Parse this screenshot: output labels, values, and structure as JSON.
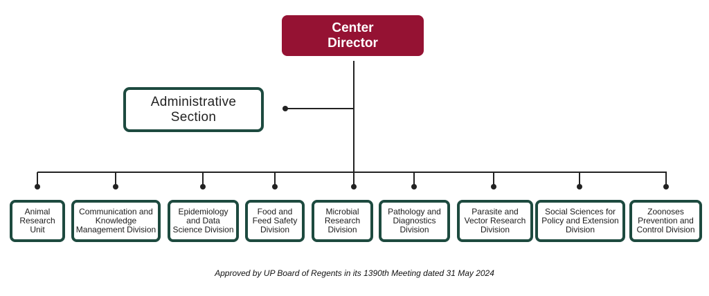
{
  "director": {
    "label": "Center\nDirector",
    "color": "#951233"
  },
  "admin": {
    "label": "Administrative\nSection"
  },
  "divisions": [
    {
      "label": "Animal\nResearch\nUnit"
    },
    {
      "label": "Communication and\nKnowledge\nManagement Division"
    },
    {
      "label": "Epidemiology\nand Data\nScience Division"
    },
    {
      "label": "Food and\nFeed Safety\nDivision"
    },
    {
      "label": "Microbial\nResearch\nDivision"
    },
    {
      "label": "Pathology and\nDiagnostics\nDivision"
    },
    {
      "label": "Parasite and\nVector Research\nDivision"
    },
    {
      "label": "Social Sciences for\nPolicy and Extension\nDivision"
    },
    {
      "label": "Zoonoses\nPrevention and\nControl Division"
    }
  ],
  "footnote": "Approved by UP Board of Regents in its 1390th Meeting dated 31 May 2024",
  "colors": {
    "box_border": "#1d4a3f",
    "connector": "#222222"
  }
}
